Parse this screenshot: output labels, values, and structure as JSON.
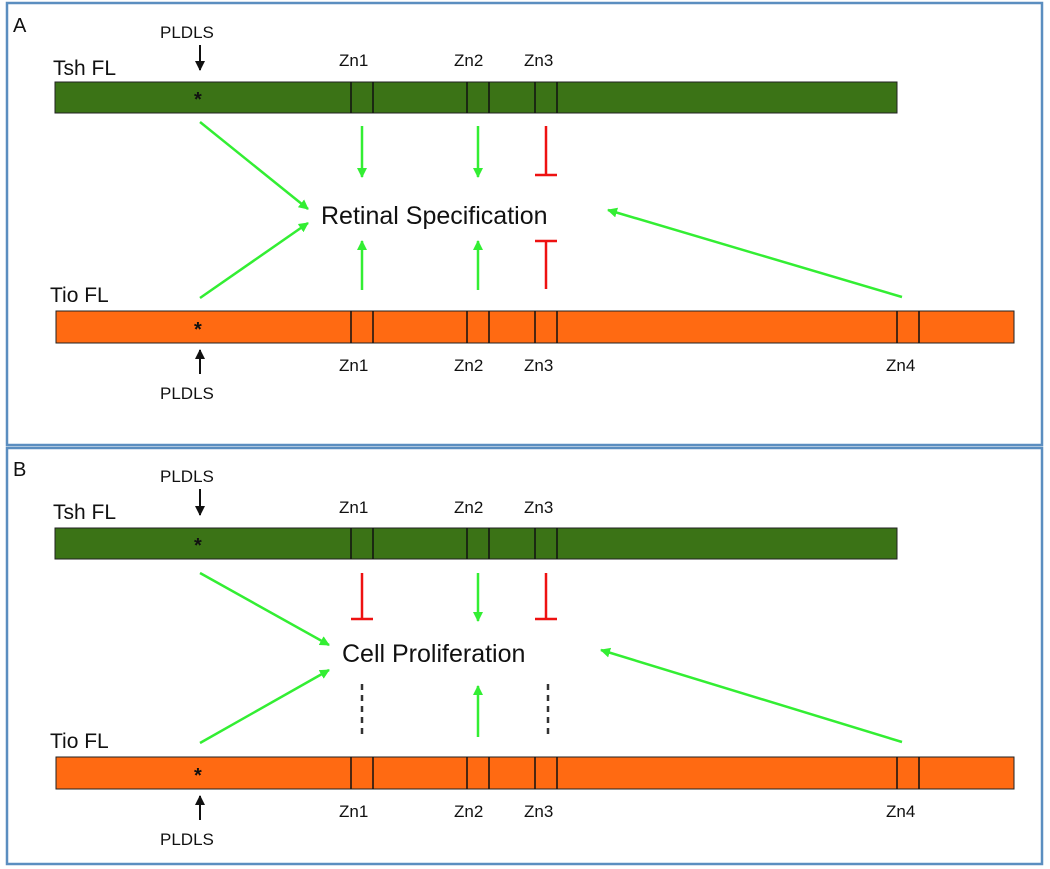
{
  "colors": {
    "panel_border": "#5b8ec0",
    "tsh_fill": "#3b7316",
    "tio_fill": "#ff6a12",
    "activate": "#33ee33",
    "repress": "#ee1111",
    "neutral": "#333333"
  },
  "motif_label": "PLDLS",
  "motif_marker": "*",
  "panels": [
    {
      "letter": "A",
      "center_label": "Retinal Specification",
      "tsh": {
        "name": "Tsh FL",
        "zinc_fingers": [
          "Zn1",
          "Zn2",
          "Zn3"
        ]
      },
      "tio": {
        "name": "Tio FL",
        "zinc_fingers": [
          "Zn1",
          "Zn2",
          "Zn3",
          "Zn4"
        ]
      },
      "tsh_effects": [
        {
          "from": "PLDLS",
          "effect": "activate"
        },
        {
          "from": "Zn1",
          "effect": "activate"
        },
        {
          "from": "Zn2",
          "effect": "activate"
        },
        {
          "from": "Zn3",
          "effect": "repress"
        }
      ],
      "tio_effects": [
        {
          "from": "PLDLS",
          "effect": "activate"
        },
        {
          "from": "Zn1",
          "effect": "activate"
        },
        {
          "from": "Zn2",
          "effect": "activate"
        },
        {
          "from": "Zn3",
          "effect": "repress"
        },
        {
          "from": "Zn4",
          "effect": "activate"
        }
      ]
    },
    {
      "letter": "B",
      "center_label": "Cell Proliferation",
      "tsh": {
        "name": "Tsh FL",
        "zinc_fingers": [
          "Zn1",
          "Zn2",
          "Zn3"
        ]
      },
      "tio": {
        "name": "Tio FL",
        "zinc_fingers": [
          "Zn1",
          "Zn2",
          "Zn3",
          "Zn4"
        ]
      },
      "tsh_effects": [
        {
          "from": "PLDLS",
          "effect": "activate"
        },
        {
          "from": "Zn1",
          "effect": "repress"
        },
        {
          "from": "Zn2",
          "effect": "activate"
        },
        {
          "from": "Zn3",
          "effect": "repress"
        }
      ],
      "tio_effects": [
        {
          "from": "PLDLS",
          "effect": "activate"
        },
        {
          "from": "Zn1",
          "effect": "none"
        },
        {
          "from": "Zn2",
          "effect": "activate"
        },
        {
          "from": "Zn3",
          "effect": "none"
        },
        {
          "from": "Zn4",
          "effect": "activate"
        }
      ]
    }
  ]
}
